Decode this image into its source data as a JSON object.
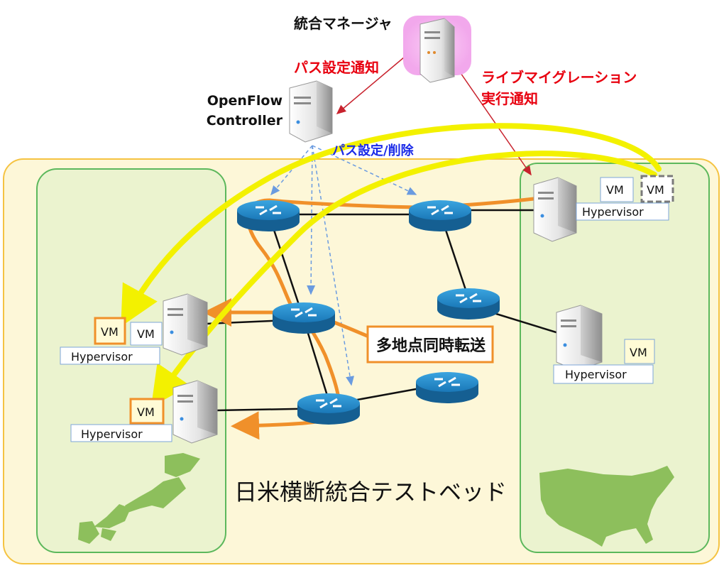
{
  "manager": {
    "label": "統合マネージャ"
  },
  "controller": {
    "line1": "OpenFlow",
    "line2": "Controller"
  },
  "notices": {
    "path_setting": "パス設定通知",
    "migration_line1": "ライブマイグレーション",
    "migration_line2": "実行通知",
    "path_set_delete": "パス設定/削除"
  },
  "japan_site": {
    "hosts": [
      {
        "hypervisor": "Hypervisor",
        "vm_target": "VM",
        "vm_existing": "VM"
      },
      {
        "hypervisor": "Hypervisor",
        "vm_target": "VM"
      }
    ]
  },
  "us_site": {
    "hosts": [
      {
        "hypervisor": "Hypervisor",
        "vm_existing": "VM",
        "vm_migrating": "VM"
      },
      {
        "hypervisor": "Hypervisor",
        "vm_existing": "VM"
      }
    ]
  },
  "multipoint_label": "多地点同時転送",
  "testbed_label": "日米横断統合テストベッド",
  "colors": {
    "testbed_fill": "#fdf7d8",
    "testbed_border": "#f5c342",
    "site_fill": "#ebf3cf",
    "site_border": "#5cb85c",
    "red_text": "#e8000f",
    "blue_text": "#1a2ae8",
    "orange": "#f0902a",
    "yellow": "#f3f100",
    "router": "#1b7fbf",
    "map_green": "#8dbf5c"
  }
}
